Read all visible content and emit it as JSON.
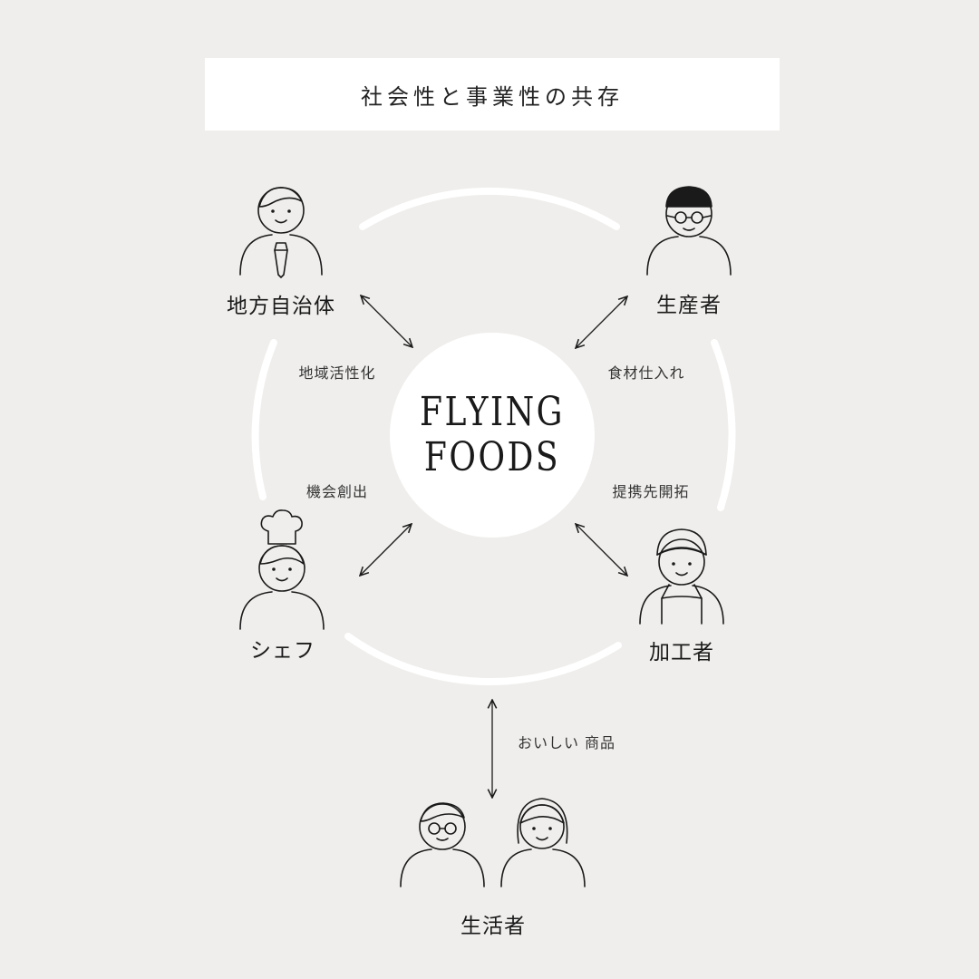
{
  "title": "社会性と事業性の共存",
  "logo": {
    "line1": "FLYING",
    "line2": "FOODS"
  },
  "roles": {
    "government": "地方自治体",
    "producer": "生産者",
    "chef": "シェフ",
    "processor": "加工者",
    "consumer": "生活者"
  },
  "relations": {
    "government": "地域活性化",
    "producer": "食材仕入れ",
    "chef": "機会創出",
    "processor": "提携先開拓",
    "consumer": "おいしい 商品"
  },
  "colors": {
    "background": "#efeeec",
    "ring": "#ffffff",
    "line": "#1a1a1a"
  }
}
